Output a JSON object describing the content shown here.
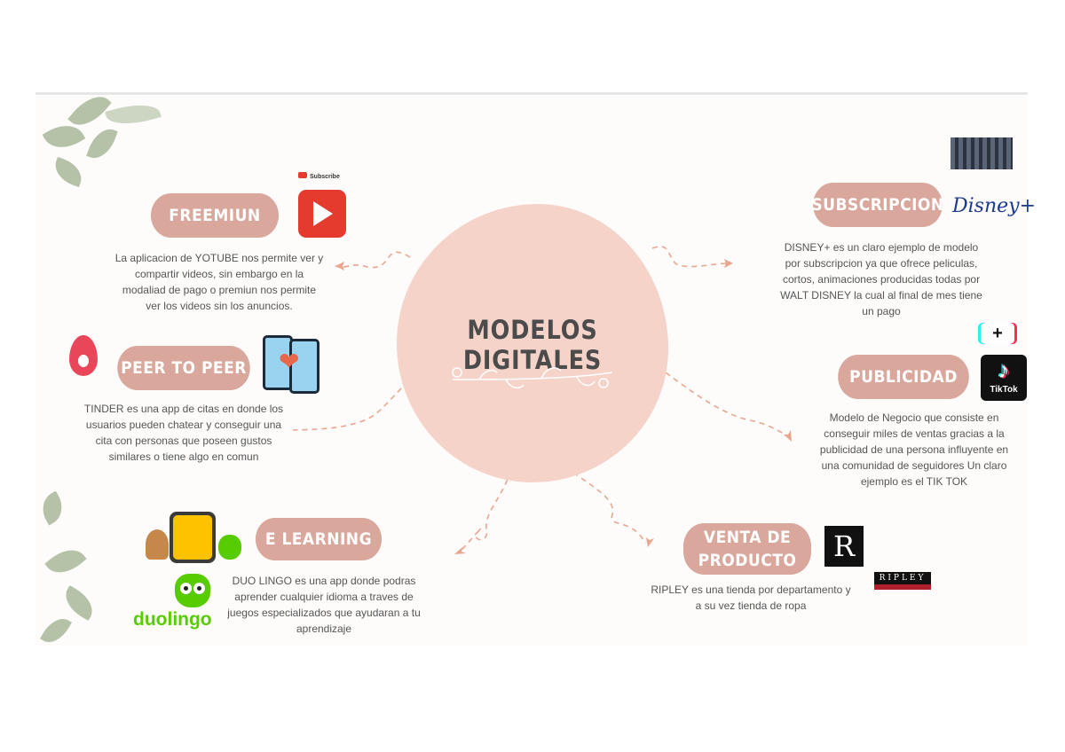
{
  "center": {
    "title": "MODELOS DIGITALES"
  },
  "nodes": {
    "freemium": {
      "label": "FREEMIUN",
      "description": [
        "La aplicacion de YOTUBE nos permite ver y",
        "compartir videos, sin embargo en la",
        "modaliad de pago o premiun nos permite",
        "ver los videos sin los anuncios."
      ],
      "icon": "youtube-icon",
      "subscribe_text": "Subscribe"
    },
    "peer": {
      "label": "PEER TO PEER",
      "description": [
        "TINDER es una app de citas en donde los",
        "usuarios pueden chatear y conseguir una",
        "cita  con personas que poseen gustos",
        "similares o tiene algo en comun"
      ],
      "icon": "tinder-icon"
    },
    "elearning": {
      "label": "E LEARNING",
      "description": [
        "DUO LINGO es una app donde podras",
        "aprender cualquier idioma a traves de",
        "juegos especializados que ayudaran a tu",
        "aprendizaje"
      ],
      "logo_text": "duolingo"
    },
    "subscription": {
      "label": "SUBSCRIPCION",
      "description": [
        "DISNEY+ es un claro ejemplo de modelo",
        "por subscripcion ya que ofrece peliculas,",
        "cortos, animaciones producidas todas por",
        "WALT DISNEY la cual al final de mes tiene",
        "un pago"
      ],
      "logo_text": "Disney+"
    },
    "publicity": {
      "label": "PUBLICIDAD",
      "description": [
        "Modelo de Negocio que consiste en",
        "conseguir miles de ventas gracias a la",
        "publicidad de una persona influyente en",
        "una comunidad de seguidores Un claro",
        "ejemplo es el TIK TOK"
      ],
      "logo_text": "TikTok",
      "plus_text": "+"
    },
    "sales": {
      "label_line1": "VENTA DE",
      "label_line2": "PRODUCTO",
      "description": [
        "RIPLEY es una tienda por departamento y",
        "a su vez tienda de ropa"
      ],
      "logo_r": "R",
      "logo_text": "RIPLEY"
    }
  },
  "colors": {
    "pill": "#d9a79b",
    "center": "#f6d3c9",
    "arrow": "#eaa58f",
    "text": "#555555"
  }
}
